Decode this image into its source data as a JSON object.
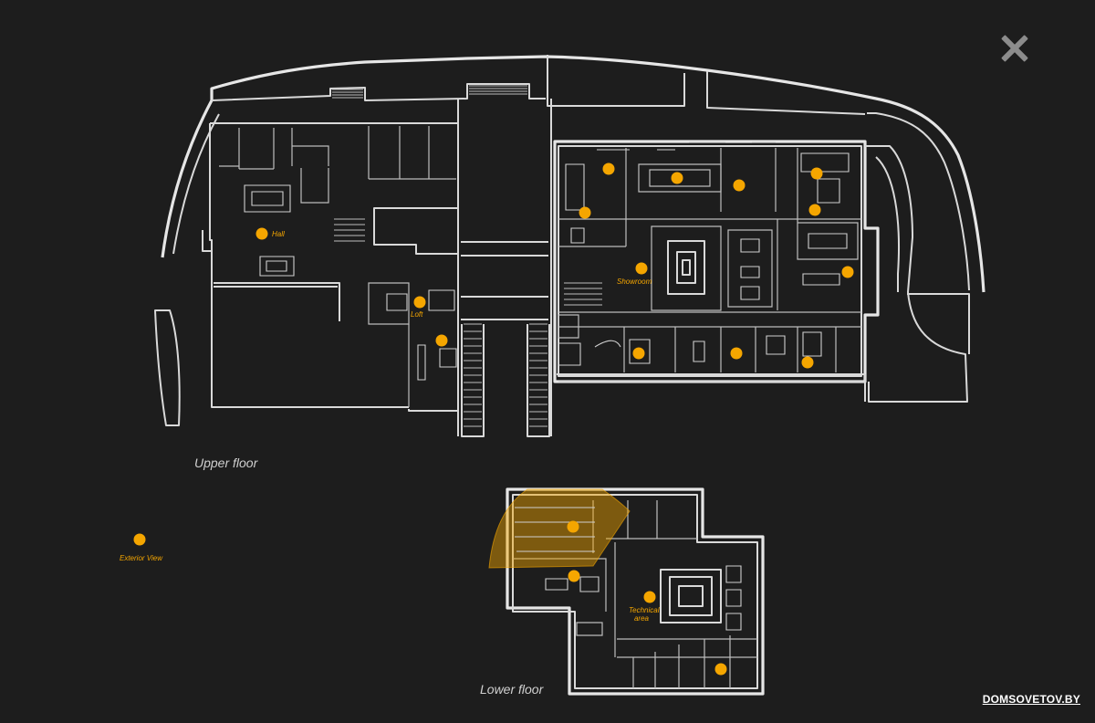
{
  "floors": {
    "upper_label": "Upper floor",
    "lower_label": "Lower floor"
  },
  "hotspots": {
    "hall": "Hall",
    "loft": "Loft",
    "showroom": "Showroom",
    "exterior": "Exterior View",
    "technical": "Technical area"
  },
  "watermark": "DOMSOVETOV.BY",
  "colors": {
    "background": "#1d1d1d",
    "walls": "#d9d9d9",
    "accent": "#f5a600"
  },
  "icons": {
    "close": "close-icon"
  }
}
